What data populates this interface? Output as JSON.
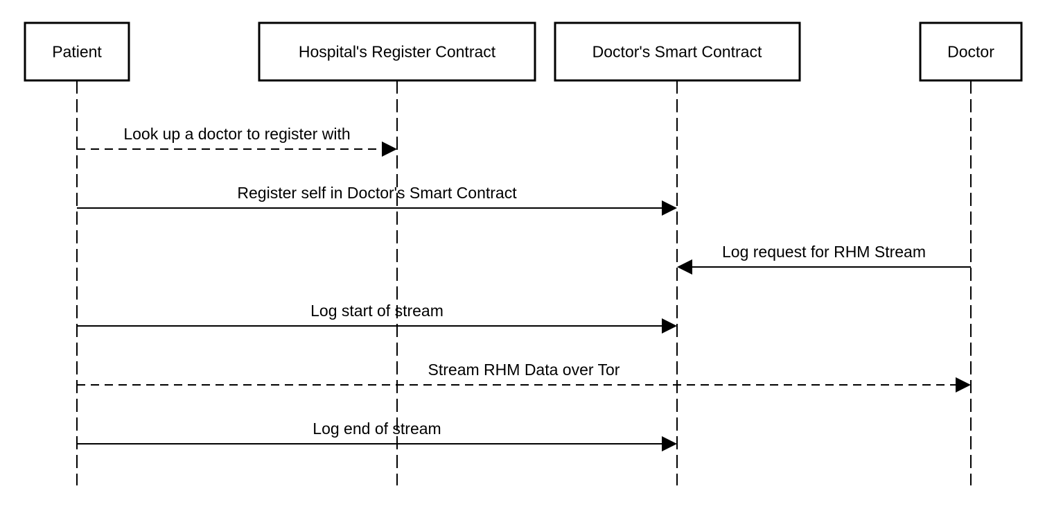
{
  "diagram": {
    "type": "sequence",
    "colors": {
      "stroke": "#000000",
      "background": "#ffffff"
    },
    "actors": [
      {
        "id": "patient",
        "label": "Patient"
      },
      {
        "id": "hospital",
        "label": "Hospital's Register Contract"
      },
      {
        "id": "doctor_contract",
        "label": "Doctor's Smart Contract"
      },
      {
        "id": "doctor",
        "label": "Doctor"
      }
    ],
    "messages": [
      {
        "from": "patient",
        "to": "hospital",
        "label": "Look up a doctor to register with",
        "style": "dashed"
      },
      {
        "from": "patient",
        "to": "doctor_contract",
        "label": "Register self in Doctor's Smart Contract",
        "style": "solid"
      },
      {
        "from": "doctor",
        "to": "doctor_contract",
        "label": "Log request for RHM Stream",
        "style": "solid"
      },
      {
        "from": "patient",
        "to": "doctor_contract",
        "label": "Log start of stream",
        "style": "solid"
      },
      {
        "from": "patient",
        "to": "doctor",
        "label": "Stream RHM Data over Tor",
        "style": "dashed"
      },
      {
        "from": "patient",
        "to": "doctor_contract",
        "label": "Log end of stream",
        "style": "solid"
      }
    ]
  }
}
